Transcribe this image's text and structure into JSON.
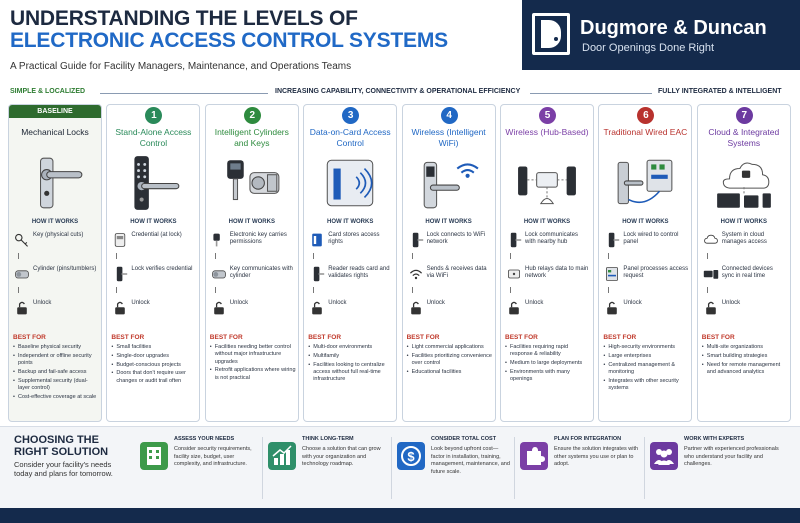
{
  "header": {
    "title_line1": "UNDERSTANDING THE LEVELS OF",
    "title_line2": "ELECTRONIC ACCESS CONTROL SYSTEMS",
    "subtitle": "A Practical Guide for Facility Managers, Maintenance, and Operations Teams"
  },
  "brand": {
    "name": "Dugmore & Duncan",
    "tagline": "Door Openings Done Right"
  },
  "scale": {
    "left": "SIMPLE & LOCALIZED",
    "middle": "INCREASING CAPABILITY, CONNECTIVITY & OPERATIONAL EFFICIENCY",
    "right": "FULLY INTEGRATED & INTELLIGENT"
  },
  "how_label": "HOW IT WORKS",
  "best_label": "BEST FOR",
  "levels": [
    {
      "badge": "BASELINE",
      "title": "Mechanical Locks",
      "color": "#2e6b2e",
      "icon": "lever-lock-icon",
      "steps": [
        "Key (physical cuts)",
        "Cylinder (pins/tumblers)",
        "Unlock"
      ],
      "best": [
        "Baseline physical security",
        "Independent or offline security points",
        "Backup and fail-safe access",
        "Supplemental security (dual-layer control)",
        "Cost-effective coverage at scale"
      ]
    },
    {
      "number": "1",
      "title": "Stand-Alone Access Control",
      "color": "#2a8a5a",
      "icon": "keypad-lock-icon",
      "steps": [
        "Credential (at lock)",
        "Lock verifies credential",
        "Unlock"
      ],
      "best": [
        "Small facilities",
        "Single-door upgrades",
        "Budget-conscious projects",
        "Doors that don't require user changes or audit trail often"
      ]
    },
    {
      "number": "2",
      "title": "Intelligent Cylinders and Keys",
      "color": "#2e8b3e",
      "icon": "smart-key-cylinder-icon",
      "steps": [
        "Electronic key carries permissions",
        "Key communicates with cylinder",
        "Unlock"
      ],
      "best": [
        "Facilities needing better control without major infrastructure upgrades",
        "Retrofit applications where wiring is not practical"
      ]
    },
    {
      "number": "3",
      "title": "Data-on-Card Access Control",
      "color": "#2168c4",
      "icon": "smart-card-icon",
      "steps": [
        "Card stores access rights",
        "Reader reads card and validates rights",
        "Unlock"
      ],
      "best": [
        "Multi-door environments",
        "Multifamily",
        "Facilities looking to centralize access without full real-time infrastructure"
      ]
    },
    {
      "number": "4",
      "title": "Wireless (Intelligent WiFi)",
      "color": "#2168c4",
      "icon": "wifi-lock-icon",
      "steps": [
        "Lock connects to WiFi network",
        "Sends & receives data via WiFi",
        "Unlock"
      ],
      "best": [
        "Light commercial applications",
        "Facilities prioritizing convenience over control",
        "Educational facilities"
      ]
    },
    {
      "number": "5",
      "title": "Wireless (Hub-Based)",
      "color": "#7b3fa6",
      "icon": "hub-network-icon",
      "steps": [
        "Lock communicates with nearby hub",
        "Hub relays data to main network",
        "Unlock"
      ],
      "best": [
        "Facilities requiring rapid response & reliability",
        "Medium to large deployments",
        "Environments with many openings"
      ]
    },
    {
      "number": "6",
      "title": "Traditional Wired EAC",
      "color": "#b8322e",
      "icon": "wired-panel-icon",
      "steps": [
        "Lock wired to control panel",
        "Panel processes access request",
        "Unlock"
      ],
      "best": [
        "High-security environments",
        "Large enterprises",
        "Centralized management & monitoring",
        "Integrates with other security systems"
      ]
    },
    {
      "number": "7",
      "title": "Cloud & Integrated Systems",
      "color": "#6c3aa0",
      "icon": "cloud-devices-icon",
      "steps": [
        "System in cloud manages access",
        "Connected devices sync in real time",
        "Unlock"
      ],
      "best": [
        "Multi-site organizations",
        "Smart building strategies",
        "Need for remote management and advanced analytics"
      ]
    }
  ],
  "choose": {
    "title": "CHOOSING THE RIGHT SOLUTION",
    "body": "Consider your facility's needs today and plans for tomorrow."
  },
  "tips": [
    {
      "icon": "building-icon",
      "color": "#3d9a4a",
      "title": "ASSESS YOUR NEEDS",
      "body": "Consider security requirements, facility size, budget, user complexity, and infrastructure."
    },
    {
      "icon": "growth-chart-icon",
      "color": "#2f8f6a",
      "title": "THINK LONG-TERM",
      "body": "Choose a solution that can grow with your organization and technology roadmap."
    },
    {
      "icon": "dollar-icon",
      "color": "#2168c4",
      "title": "CONSIDER TOTAL COST",
      "body": "Look beyond upfront cost—factor in installation, training, management, maintenance, and future scale."
    },
    {
      "icon": "puzzle-icon",
      "color": "#7b3fa6",
      "title": "PLAN FOR INTEGRATION",
      "body": "Ensure the solution integrates with other systems you use or plan to adopt."
    },
    {
      "icon": "people-icon",
      "color": "#6c3aa0",
      "title": "WORK WITH EXPERTS",
      "body": "Partner with experienced professionals who understand your facility and challenges."
    }
  ]
}
